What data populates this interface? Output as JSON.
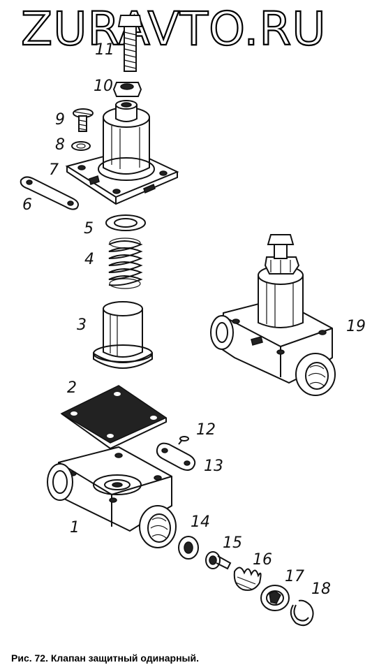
{
  "watermark": "ZURAVTO.RU",
  "caption": "Рис. 72. Клапан защитный одинарный.",
  "callouts": [
    "1",
    "2",
    "3",
    "4",
    "5",
    "6",
    "7",
    "8",
    "9",
    "10",
    "11",
    "12",
    "13",
    "14",
    "15",
    "16",
    "17",
    "18",
    "19"
  ]
}
